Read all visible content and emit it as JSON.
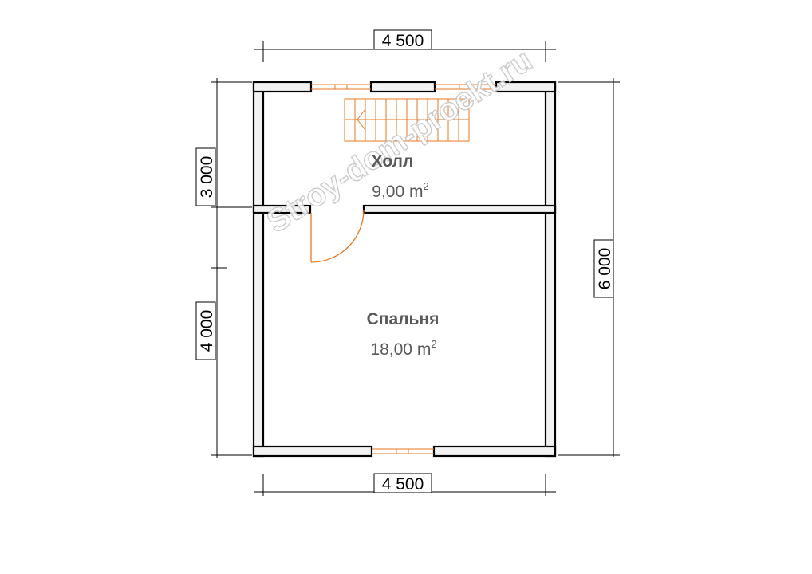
{
  "dimensions": {
    "top_width": "4 500",
    "bottom_width": "4 500",
    "right_height": "6 000",
    "left_upper": "3 000",
    "left_lower": "4 000"
  },
  "rooms": [
    {
      "name": "Холл",
      "area": "9,00 m",
      "area_unit_power": "2"
    },
    {
      "name": "Спальня",
      "area": "18,00 m",
      "area_unit_power": "2"
    }
  ],
  "watermark": "Stroy-dom-proekt.ru",
  "colors": {
    "wall_fill": "#f2f2f2",
    "wall_stroke": "#000000",
    "opening": "#e87722",
    "dimension": "#000000",
    "room_text": "#595959"
  }
}
